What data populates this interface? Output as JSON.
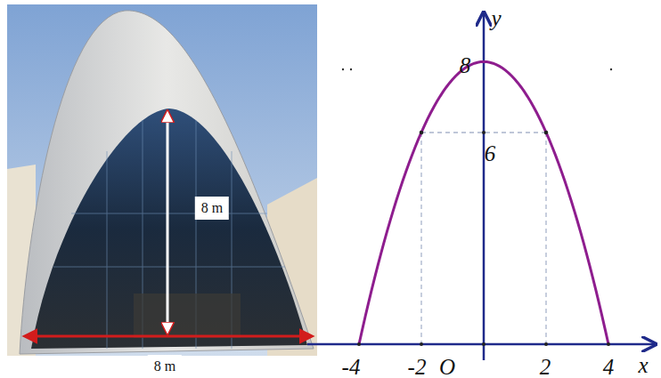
{
  "diagram": {
    "labels": [
      "8 m",
      "8 m",
      "8",
      "y",
      "6",
      "-4",
      "-2",
      "O",
      "2",
      "4",
      "x"
    ]
  }
}
